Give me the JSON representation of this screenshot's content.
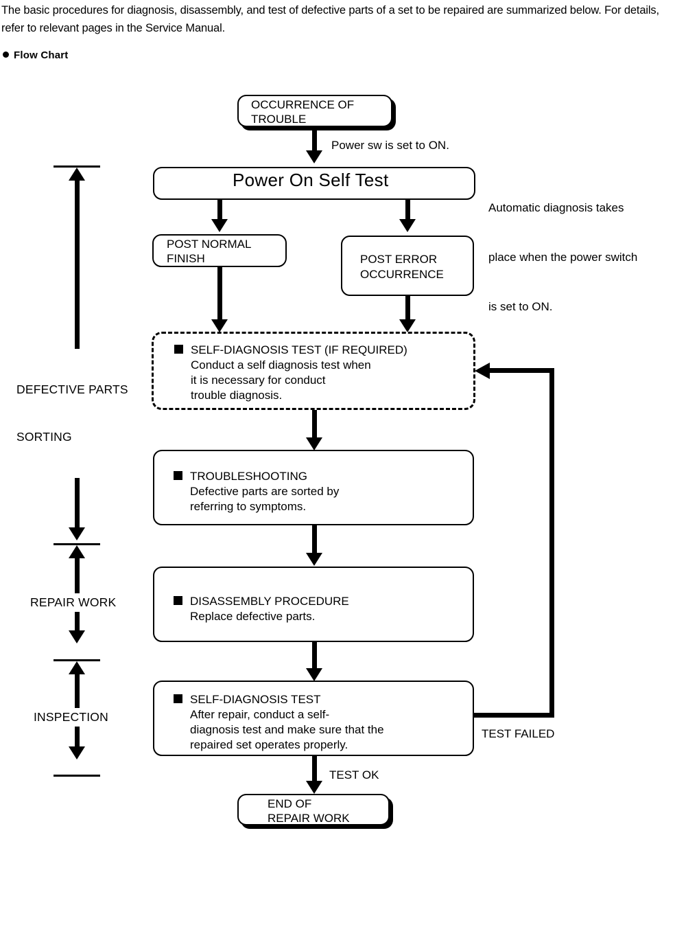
{
  "document": {
    "intro_paragraph": "The basic procedures for diagnosis, disassembly, and test of defective parts of a set to be repaired are summarized below. For details, refer to relevant pages in the Service Manual.",
    "section_heading": "Flow Chart"
  },
  "chart_data": {
    "type": "diagram",
    "title": "Flow Chart",
    "nodes": [
      {
        "id": "occurrence",
        "label": "OCCURRENCE OF\nTROUBLE",
        "shape": "rounded-shadow"
      },
      {
        "id": "post",
        "label": "Power On Self Test",
        "shape": "rounded"
      },
      {
        "id": "post_normal",
        "label": "POST NORMAL\nFINISH",
        "shape": "rounded"
      },
      {
        "id": "post_error",
        "label": "POST ERROR\nOCCURRENCE",
        "shape": "rounded"
      },
      {
        "id": "self_diag_opt",
        "label": "SELF-DIAGNOSIS TEST (IF REQUIRED)",
        "body": "Conduct a self diagnosis test when\nit is necessary for conduct\ntrouble diagnosis.",
        "shape": "dashed"
      },
      {
        "id": "troubleshoot",
        "label": "TROUBLESHOOTING",
        "body": "Defective parts are sorted by\nreferring to symptoms.",
        "shape": "rounded"
      },
      {
        "id": "disassembly",
        "label": "DISASSEMBLY PROCEDURE",
        "body": "Replace defective parts.",
        "shape": "rounded"
      },
      {
        "id": "self_diag",
        "label": "SELF-DIAGNOSIS TEST",
        "body": "After repair, conduct a self-\ndiagnosis test and make sure that the\nrepaired set operates properly.",
        "shape": "rounded"
      },
      {
        "id": "end",
        "label": "END OF\nREPAIR WORK",
        "shape": "rounded-shadow"
      }
    ],
    "edge_labels": {
      "power_sw": "Power sw is set to ON.",
      "test_ok": "TEST OK",
      "test_failed": "TEST FAILED"
    },
    "annotation": "Automatic diagnosis takes\nplace when the power switch\nis set to ON.",
    "stages": [
      {
        "id": "sorting",
        "label": "DEFECTIVE PARTS\nSORTING"
      },
      {
        "id": "repair",
        "label": "REPAIR WORK"
      },
      {
        "id": "inspection",
        "label": "INSPECTION"
      }
    ]
  },
  "boxes": {
    "occurrence": {
      "line1": "OCCURRENCE OF",
      "line2": "TROUBLE"
    },
    "post": {
      "title": "Power On Self Test"
    },
    "post_normal": {
      "line1": "POST NORMAL",
      "line2": "FINISH"
    },
    "post_error": {
      "line1": "POST ERROR",
      "line2": "OCCURRENCE"
    },
    "self_diag_opt": {
      "heading": "SELF-DIAGNOSIS TEST (IF REQUIRED)",
      "line1": "Conduct a self diagnosis test when",
      "line2": "it is necessary for conduct",
      "line3": "trouble diagnosis."
    },
    "troubleshoot": {
      "heading": "TROUBLESHOOTING",
      "line1": "Defective parts are sorted by",
      "line2": "referring to symptoms."
    },
    "disassembly": {
      "heading": "DISASSEMBLY PROCEDURE",
      "line1": "Replace defective parts."
    },
    "self_diag": {
      "heading": "SELF-DIAGNOSIS TEST",
      "line1": "After repair, conduct a self-",
      "line2": "diagnosis test and make sure that the",
      "line3": "repaired set operates properly."
    },
    "end": {
      "line1": "END OF",
      "line2": "REPAIR WORK"
    }
  },
  "labels": {
    "power_sw": "Power sw is set to ON.",
    "annotation_l1": "Automatic diagnosis takes",
    "annotation_l2": "place when the power switch",
    "annotation_l3": "is set to ON.",
    "test_failed": "TEST FAILED",
    "test_ok": "TEST OK",
    "stage_sorting_l1": "DEFECTIVE PARTS",
    "stage_sorting_l2": "SORTING",
    "stage_repair": "REPAIR WORK",
    "stage_inspection": "INSPECTION"
  },
  "colors": {
    "ink": "#000000",
    "paper": "#ffffff"
  }
}
